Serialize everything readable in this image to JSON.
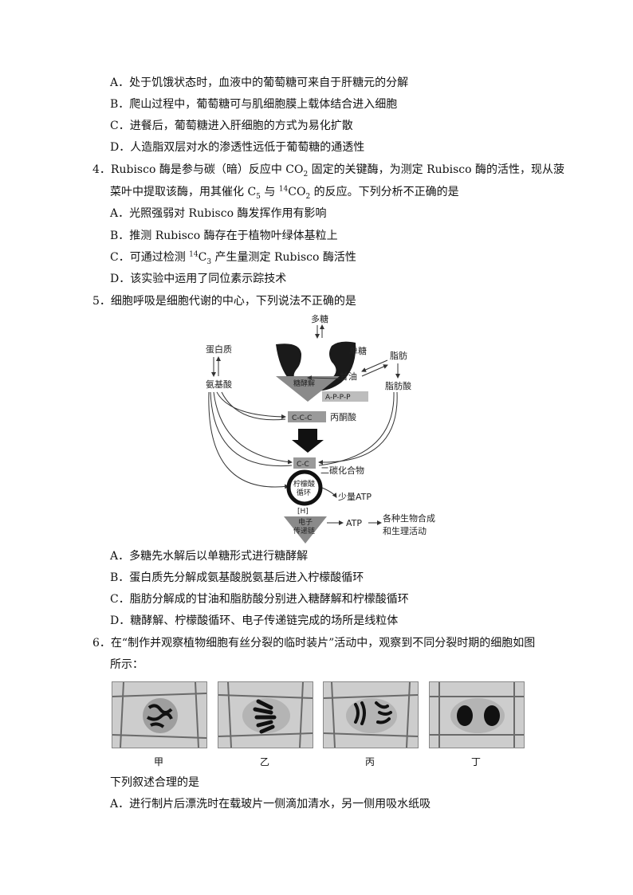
{
  "q3_options": [
    "A．处于饥饿状态时，血液中的葡萄糖可来自于肝糖元的分解",
    "B．爬山过程中，葡萄糖可与肌细胞膜上载体结合进入细胞",
    "C．进餐后，葡萄糖进入肝细胞的方式为易化扩散",
    "D．人造脂双层对水的渗透性远低于葡萄糖的通透性"
  ],
  "q4": {
    "num": "4．",
    "stem_l1_a": "Rubisco 酶是参与碳（暗）反应中 CO",
    "stem_l1_sub": "2",
    "stem_l1_b": " 固定的关键酶，为测定 Rubisco 酶的活性，现从菠",
    "stem_l2_a": "菜叶中提取该酶，用其催化 C",
    "stem_l2_sub1": "5",
    "stem_l2_b": " 与 ",
    "stem_l2_sup": "14",
    "stem_l2_c": "CO",
    "stem_l2_sub2": "2",
    "stem_l2_d": " 的反应。下列分析不正确的是",
    "optA": "A．光照强弱对 Rubisco 酶发挥作用有影响",
    "optB": "B．推测 Rubisco 酶存在于植物叶绿体基粒上",
    "optC_a": "C．可通过检测 ",
    "optC_sup": "14",
    "optC_b": "C",
    "optC_sub": "3",
    "optC_c": " 产生量测定 Rubisco 酶活性",
    "optD": "D．该实验中运用了同位素示踪技术"
  },
  "q5": {
    "num": "5．",
    "stem": "细胞呼吸是细胞代谢的中心，下列说法不正确的是",
    "options": [
      "A．多糖先水解后以单糖形式进行糖酵解",
      "B．蛋白质先分解成氨基酸脱氨基后进入柠檬酸循环",
      "C．脂肪分解成的甘油和脂肪酸分别进入糖酵解和柠檬酸循环",
      "D．糖酵解、柠檬酸循环、电子传递链完成的场所是线粒体"
    ],
    "diagram": {
      "polysaccharide": "多糖",
      "monosaccharide": "单糖",
      "protein": "蛋白质",
      "amino_acid": "氨基酸",
      "fat": "脂肪",
      "glycerol": "甘油",
      "fatty_acid": "脂肪酸",
      "glycolysis": "糖酵解",
      "atp_chain": "A-P-P-P",
      "pyruvate_box": "C-C-C",
      "pyruvate": "丙酮酸",
      "two_carbon_box": "C-C",
      "two_carbon": "二碳化合物",
      "cycle_l1": "柠檬酸",
      "cycle_l2": "循环",
      "small_atp": "少量ATP",
      "h": "[H]",
      "etc_l1": "电子",
      "etc_l2": "传递链",
      "atp": "ATP",
      "uses_l1": "各种生物合成",
      "uses_l2": "和生理活动"
    }
  },
  "q6": {
    "num": "6．",
    "stem_l1": "在“制作并观察植物细胞有丝分裂的临时装片”活动中，观察到不同分裂时期的细胞如图",
    "stem_l2": "所示：",
    "panel_labels": [
      "甲",
      "乙",
      "丙",
      "丁"
    ],
    "follow": "下列叙述合理的是",
    "optA": "A．进行制片后漂洗时在载玻片一侧滴加清水，另一侧用吸水纸吸"
  }
}
